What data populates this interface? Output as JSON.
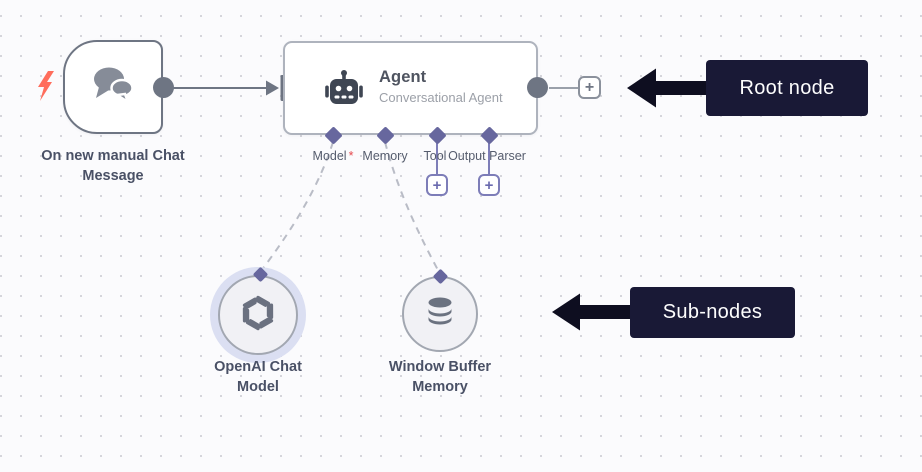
{
  "trigger_node": {
    "label": "On new manual Chat Message"
  },
  "agent_node": {
    "title": "Agent",
    "subtitle": "Conversational Agent",
    "ports": [
      {
        "label": "Model",
        "marker": "*"
      },
      {
        "label": "Memory",
        "marker": ""
      },
      {
        "label": "Tool",
        "marker": ""
      },
      {
        "label": "Output Parser",
        "marker": ""
      }
    ],
    "add_next_label": "+",
    "add_tool_label": "+",
    "add_parser_label": "+"
  },
  "sub_nodes": [
    {
      "label": "OpenAI Chat Model"
    },
    {
      "label": "Window Buffer Memory"
    }
  ],
  "annotations": {
    "root_label": "Root node",
    "sub_label": "Sub-nodes"
  },
  "icons": {
    "trigger": "chat-bubbles-icon",
    "trigger_kind": "lightning-icon",
    "agent": "robot-icon",
    "openai": "openai-logo-icon",
    "memory": "database-icon",
    "add": "plus-icon"
  },
  "colors": {
    "canvas_bg": "#fbfbfd",
    "canvas_dot": "#d5d5db",
    "connector_gray": "#6e7583",
    "endpoint_purple": "#67679e",
    "plus_purple": "#7d7db8",
    "dashed_wire": "#b9bcc6",
    "annotation_bg": "#191936",
    "annotation_arrow": "#0e0e20",
    "required_red": "#e5484d",
    "bolt_red": "#ff6d5c",
    "openai_halo": "#dbdff2",
    "node_border": "#aeb3bd",
    "trigger_border": "#6e7583"
  }
}
